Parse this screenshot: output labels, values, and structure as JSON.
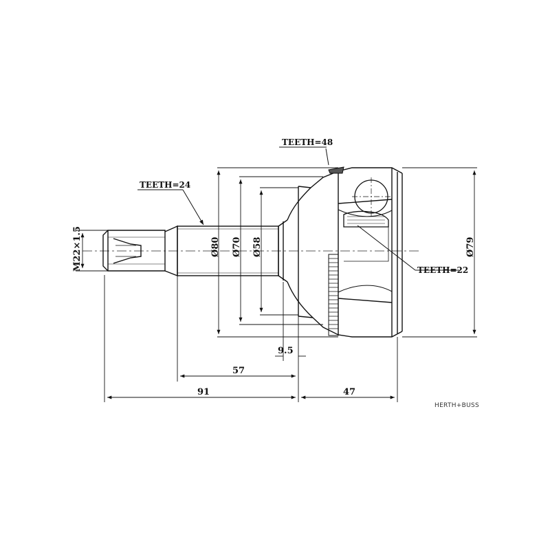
{
  "labels": {
    "teeth_top": "TEETH=48",
    "teeth_shaft": "TEETH=24",
    "teeth_inner": "TEETH=22",
    "thread": "M22×1.5"
  },
  "dimensions": {
    "d80": "Ø80",
    "d70": "Ø70",
    "d58": "Ø58",
    "d79": "Ø79",
    "len_9_5": "9.5",
    "len_57": "57",
    "len_91": "91",
    "len_47": "47"
  },
  "brand": "HERTH+BUSS"
}
